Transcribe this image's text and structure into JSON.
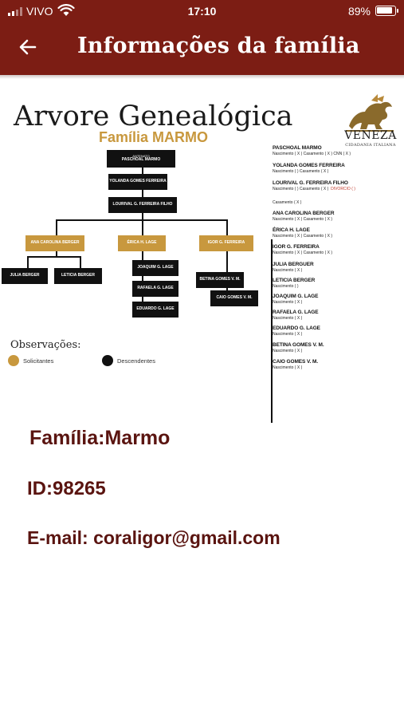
{
  "status_bar": {
    "carrier": "VIVO",
    "time": "17:10",
    "battery": "89%"
  },
  "header": {
    "title": "Informações da família"
  },
  "tree": {
    "title": "Arvore Genealógica",
    "subtitle": "Família MARMO",
    "logo": {
      "name": "VENEZA",
      "tagline": "CIDADANIA ITALIANA"
    },
    "nodes": {
      "root_caption": "ANTENATO",
      "root": "PASCHOAL MARMO",
      "gen2": "YOLANDA GOMES FERREIRA",
      "gen3": "LOURIVAL G. FERREIRA FILHO",
      "child1": "ANA CAROLINA BERGER",
      "child2": "ÉRICA H. LAGE",
      "child3": "IGOR G. FERREIRA",
      "gc1": "JULIA BERGER",
      "gc2": "LETICIA BERGER",
      "gc3": "JOAQUIM G. LAGE",
      "gc4": "RAFAELA G. LAGE",
      "gc5": "EDUARDO G. LAGE",
      "gc6": "BETINA GOMES V. M.",
      "gc7": "CAIO GOMES V. M."
    },
    "list": [
      {
        "name": "PASCHOAL MARMO",
        "detail": "Nascimento  ( X )       Casamento  ( X )       CNN  ( X )"
      },
      {
        "name": "YOLANDA GOMES FERREIRA",
        "detail": "Nascimento  (   )       Casamento  ( X )"
      },
      {
        "name": "LOURIVAL G. FERREIRA FILHO",
        "detail": "Nascimento  (   )  Casamento  ( X )",
        "extra": "DIVORCIO  (   )"
      },
      {
        "name": "",
        "detail": "Casamento  ( X )"
      },
      {
        "name": "ANA CAROLINA BERGER",
        "detail": "Nascimento  ( X )       Casamento  ( X )"
      },
      {
        "name": "ÉRICA H. LAGE",
        "detail": "Nascimento  ( X )       Casamento  ( X )"
      },
      {
        "name": "IGOR G. FERREIRA",
        "detail": "Nascimento  ( X )       Casamento  ( X )"
      },
      {
        "name": "JULIA BERGUER",
        "detail": "Nascimento  ( X )"
      },
      {
        "name": "LETICIA BERGER",
        "detail": "Nascimento  (   )"
      },
      {
        "name": "JOAQUIM G. LAGE",
        "detail": "Nascimento  ( X )"
      },
      {
        "name": "RAFAELA G. LAGE",
        "detail": "Nascimento  ( X )"
      },
      {
        "name": "EDUARDO G. LAGE",
        "detail": "Nascimento  ( X )"
      },
      {
        "name": "BETINA GOMES V. M.",
        "detail": "Nascimento  ( X )"
      },
      {
        "name": "CAIO GOMES V. M.",
        "detail": "Nascimento  ( X )"
      }
    ],
    "observations": {
      "title": "Observações:",
      "solicitantes": "Solicitantes",
      "descendentes": "Descendentes",
      "gold_color": "#c8983e",
      "black_color": "#111111"
    }
  },
  "family": {
    "family_text": "Família:Marmo",
    "id_text": "ID:98265",
    "email_text": "E-mail: coraligor@gmail.com"
  },
  "colors": {
    "header_bg": "#7c1d14",
    "info_text": "#5a1410",
    "gold": "#c8983e"
  }
}
